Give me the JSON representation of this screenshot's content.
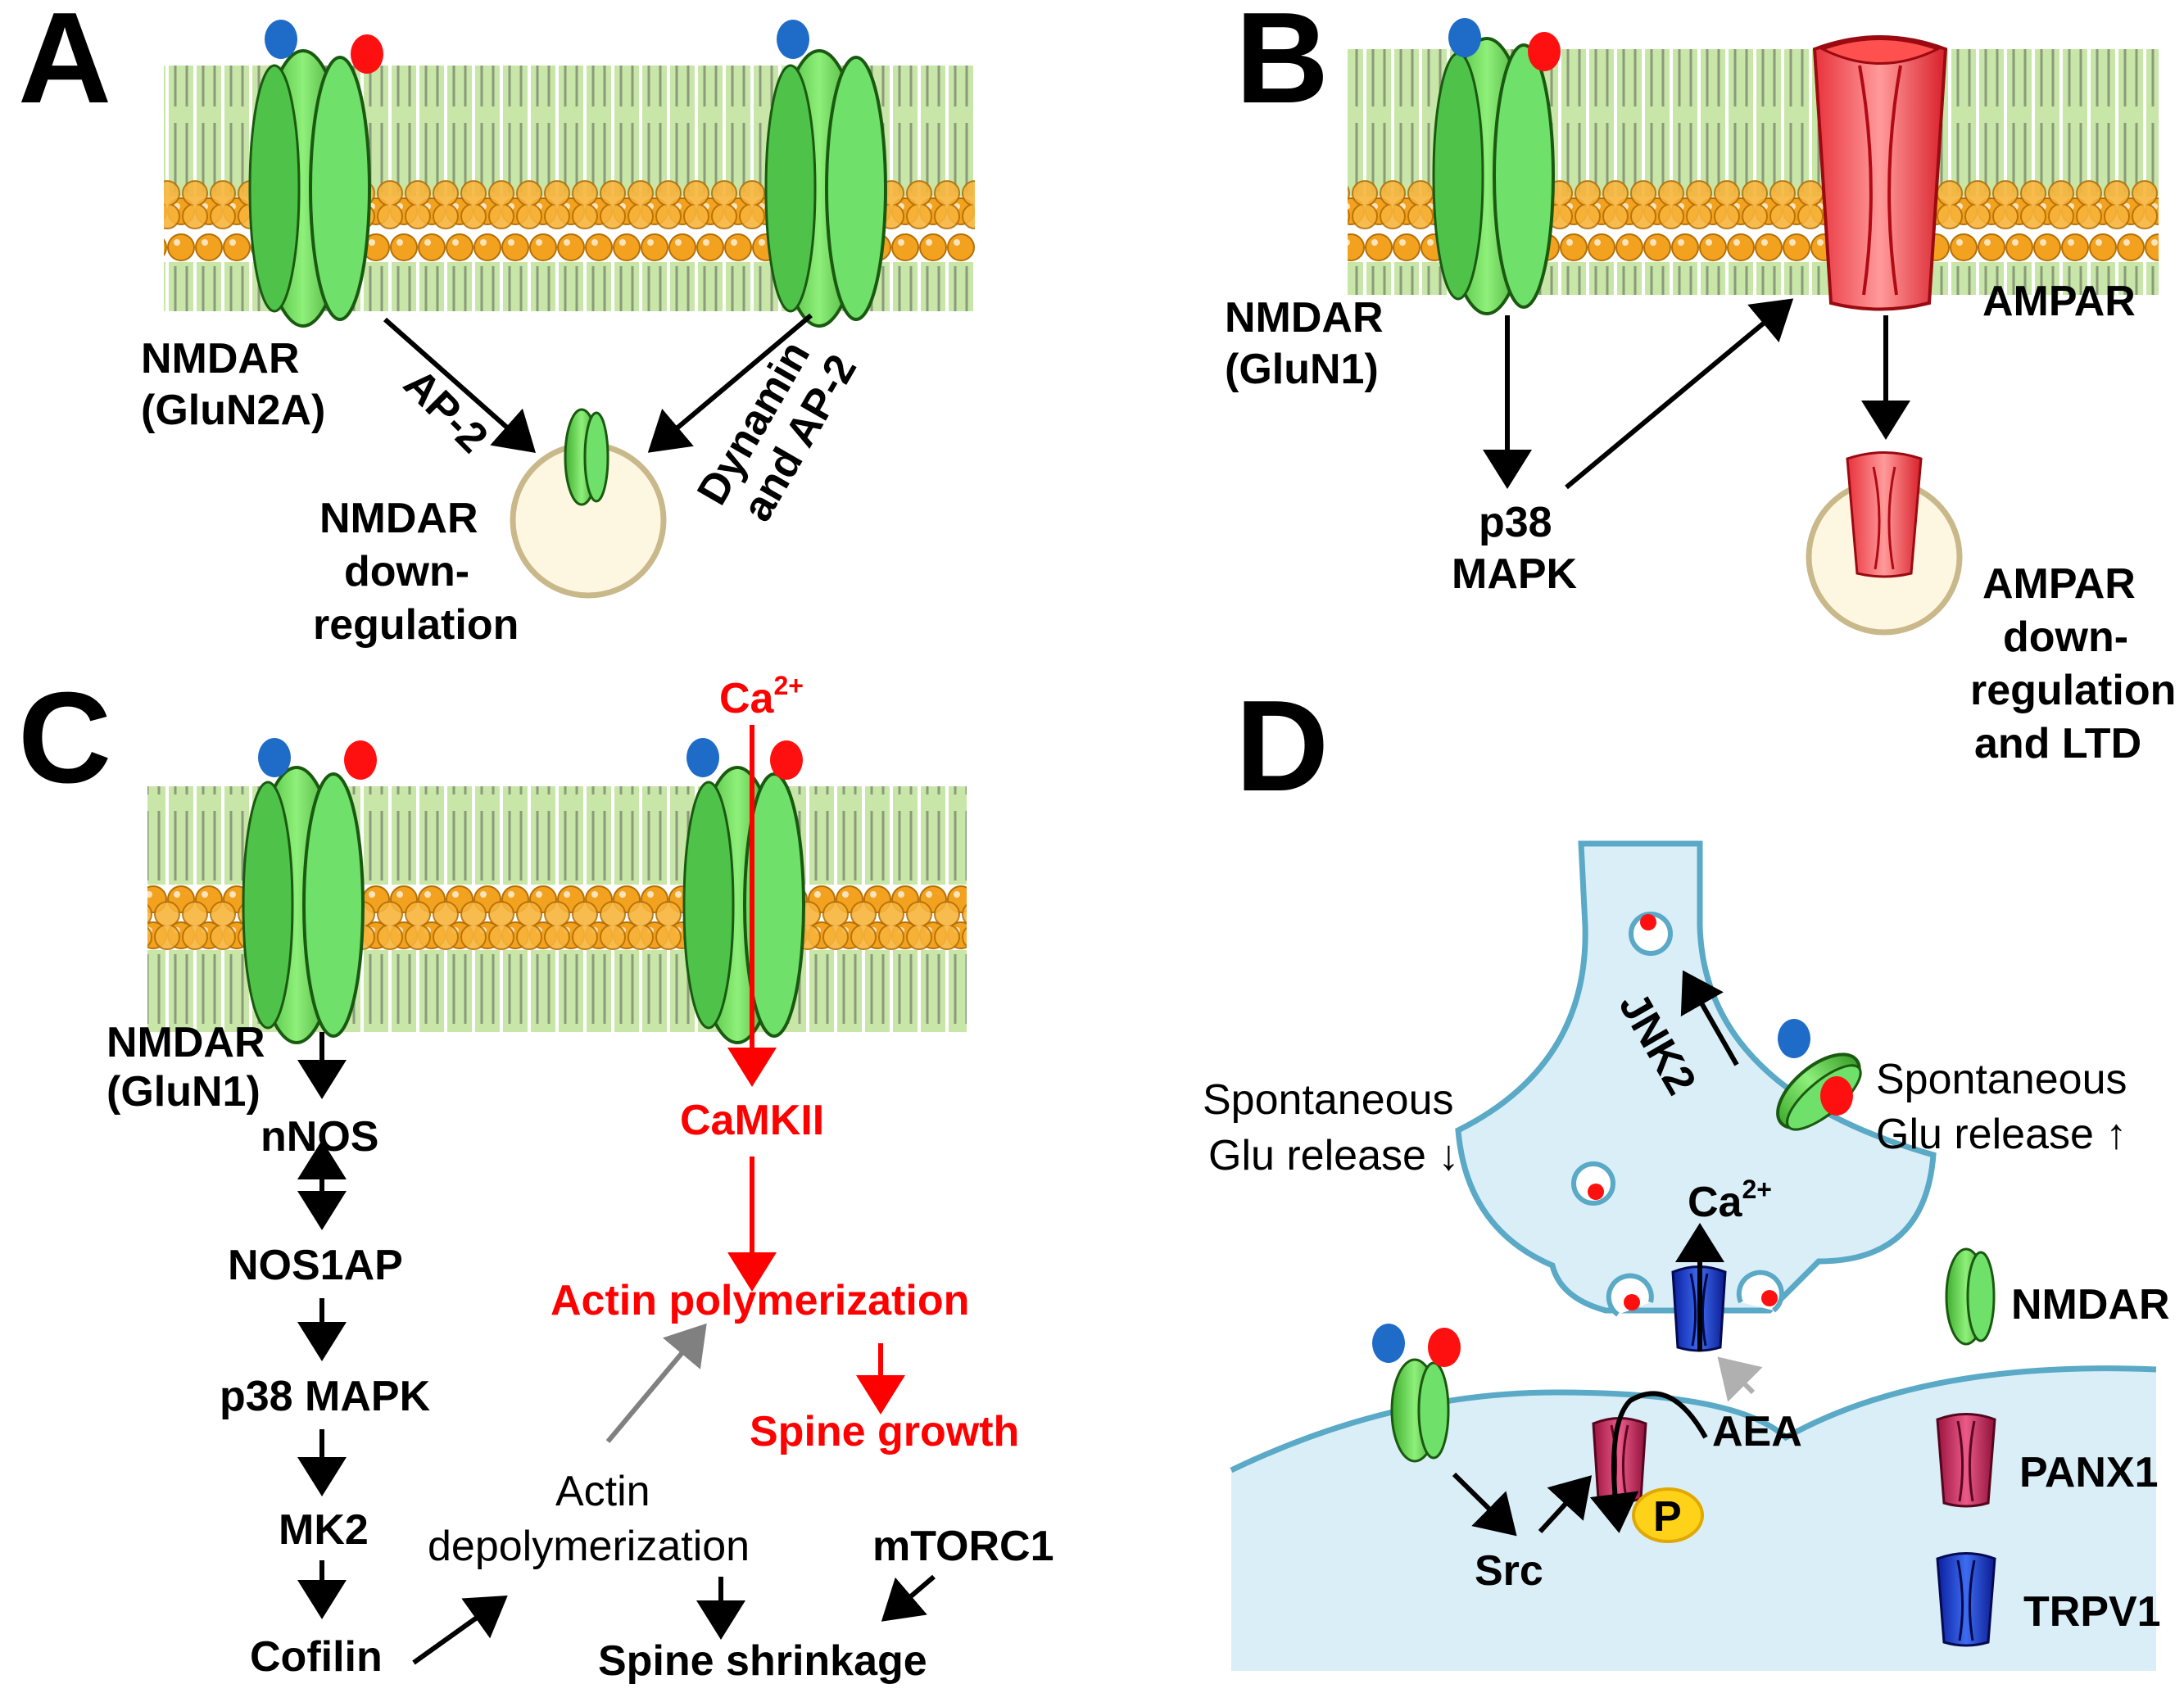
{
  "panels": {
    "A": {
      "letter": "A",
      "receptor_label_1": "NMDAR",
      "receptor_label_2": "(GluN2A)",
      "arrow_left_label": "AP-2",
      "arrow_right_label_1": "Dynamin",
      "arrow_right_label_2": "and AP-2",
      "outcome_1": "NMDAR",
      "outcome_2": "down-",
      "outcome_3": "regulation"
    },
    "B": {
      "letter": "B",
      "receptor_label_1": "NMDAR",
      "receptor_label_2": "(GluN1)",
      "kinase_1": "p38",
      "kinase_2": "MAPK",
      "ampar_label": "AMPAR",
      "outcome_1": "AMPAR",
      "outcome_2": "down-",
      "outcome_3": "regulation",
      "outcome_4": "and LTD"
    },
    "C": {
      "letter": "C",
      "receptor_label_1": "NMDAR",
      "receptor_label_2": "(GluN1)",
      "ca_label": "Ca",
      "ca_sup": "2+",
      "pathway": [
        "nNOS",
        "NOS1AP",
        "p38 MAPK",
        "MK2",
        "Cofilin"
      ],
      "camkii": "CaMKII",
      "actin_poly": "Actin polymerization",
      "spine_growth": "Spine growth",
      "actin_depoly_1": "Actin",
      "actin_depoly_2": "depolymerization",
      "mtorc1": "mTORC1",
      "spine_shrink": "Spine shrinkage"
    },
    "D": {
      "letter": "D",
      "jnk2": "JNK2",
      "spont_left_1": "Spontaneous",
      "spont_left_2": "Glu release ↓",
      "spont_right_1": "Spontaneous",
      "spont_right_2": "Glu release ↑",
      "ca_label": "Ca",
      "ca_sup": "2+",
      "aea": "AEA",
      "src": "Src",
      "p": "P",
      "legend": [
        "NMDAR",
        "PANX1",
        "TRPV1"
      ]
    }
  },
  "colors": {
    "membrane_head": "#f2a21e",
    "membrane_tail": "#9ccf6a",
    "nmdar": "#5fd35f",
    "ampar": "#f05a5a",
    "panx1": "#c8285a",
    "trpv1": "#1f3fd6",
    "cleft": "#d9eef8",
    "neuron_outline": "#5aa9c6",
    "red_pathway": "#ff0000",
    "glu_red": "#ff1010",
    "ligand_blue": "#1f6bc8",
    "p_yellow": "#ffd21a"
  }
}
